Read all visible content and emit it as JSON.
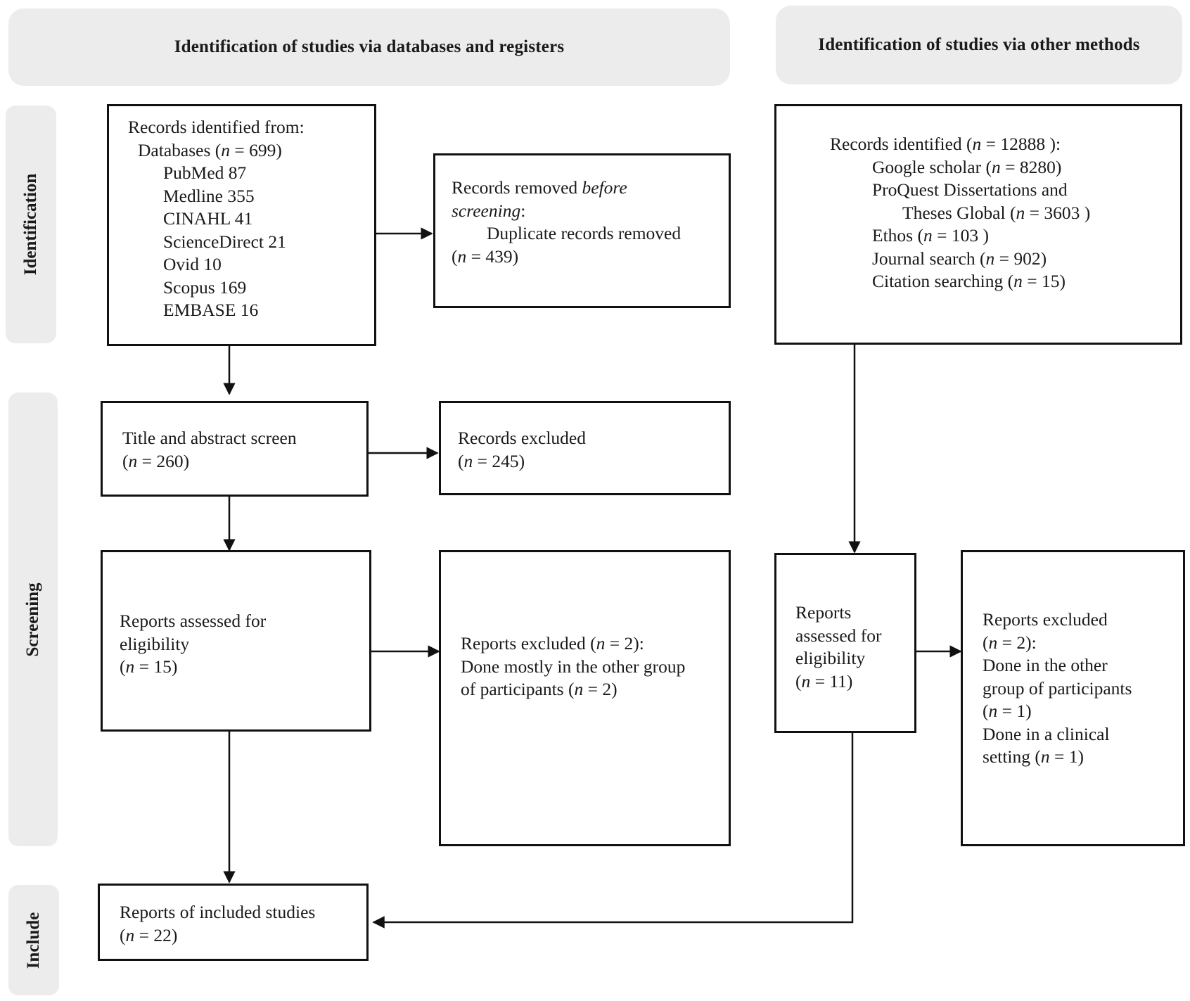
{
  "headers": {
    "databases": "Identification of studies via databases and registers",
    "other_methods": "Identification of studies via other methods"
  },
  "phases": {
    "identification": "Identification",
    "screening": "Screening",
    "include": "Include"
  },
  "boxes": {
    "records_identified_db": {
      "title": "Records identified from:",
      "databases_label": "Databases (",
      "databases_n": "n",
      "databases_value": " = 699)",
      "sources": [
        "PubMed 87",
        "Medline 355",
        "CINAHL 41",
        "ScienceDirect 21",
        "Ovid 10",
        "Scopus 169",
        "EMBASE 16"
      ]
    },
    "records_removed": {
      "line1_prefix": "Records removed ",
      "line1_italic": "before",
      "line2_italic": "screening",
      "line2_suffix": ":",
      "line3": "Duplicate records removed",
      "line4_open": "(",
      "line4_n": "n",
      "line4_rest": " = 439)"
    },
    "title_abstract": {
      "line1": "Title and abstract screen",
      "line2_open": "(",
      "line2_n": "n",
      "line2_rest": " = 260)"
    },
    "records_excluded": {
      "line1": "Records excluded",
      "line2_open": "(",
      "line2_n": "n",
      "line2_rest": " = 245)"
    },
    "reports_assessed_db": {
      "line1": "Reports assessed for",
      "line2": "eligibility",
      "line3_open": "(",
      "line3_n": "n",
      "line3_rest": " = 15)"
    },
    "reports_excluded_db": {
      "line1_prefix": "Reports excluded (",
      "line1_n": "n",
      "line1_rest": " = 2):",
      "line2": "Done mostly in the other group",
      "line3_prefix": "of participants (",
      "line3_n": "n",
      "line3_rest": " = 2)"
    },
    "included": {
      "line1": "Reports of included studies",
      "line2_open": "(",
      "line2_n": "n",
      "line2_rest": " = 22)"
    },
    "records_identified_other": {
      "line1_prefix": "Records identified (",
      "line1_n": "n",
      "line1_rest": " = 12888 ):",
      "gs_prefix": "Google scholar (",
      "gs_n": "n",
      "gs_rest": " = 8280)",
      "pq_line1": "ProQuest Dissertations and",
      "pq_prefix": "Theses Global (",
      "pq_n": "n",
      "pq_rest": " = 3603 )",
      "ethos_prefix": "Ethos (",
      "ethos_n": "n",
      "ethos_rest": " = 103 )",
      "journal_prefix": "Journal search (",
      "journal_n": "n",
      "journal_rest": " = 902)",
      "citation_prefix": "Citation searching (",
      "citation_n": "n",
      "citation_rest": " = 15)"
    },
    "reports_assessed_other": {
      "line1": "Reports",
      "line2": "assessed for",
      "line3": "eligibility",
      "line4_open": "(",
      "line4_n": "n",
      "line4_rest": " = 11)"
    },
    "reports_excluded_other": {
      "line1": "Reports excluded",
      "line2_open": "(",
      "line2_n": "n",
      "line2_rest": " = 2):",
      "line3": "Done in the other",
      "line4": "group of participants",
      "line5_open": "(",
      "line5_n": "n",
      "line5_rest": " = 1)",
      "line6": "Done in a clinical",
      "line7_prefix": "setting (",
      "line7_n": "n",
      "line7_rest": " = 1)"
    }
  }
}
